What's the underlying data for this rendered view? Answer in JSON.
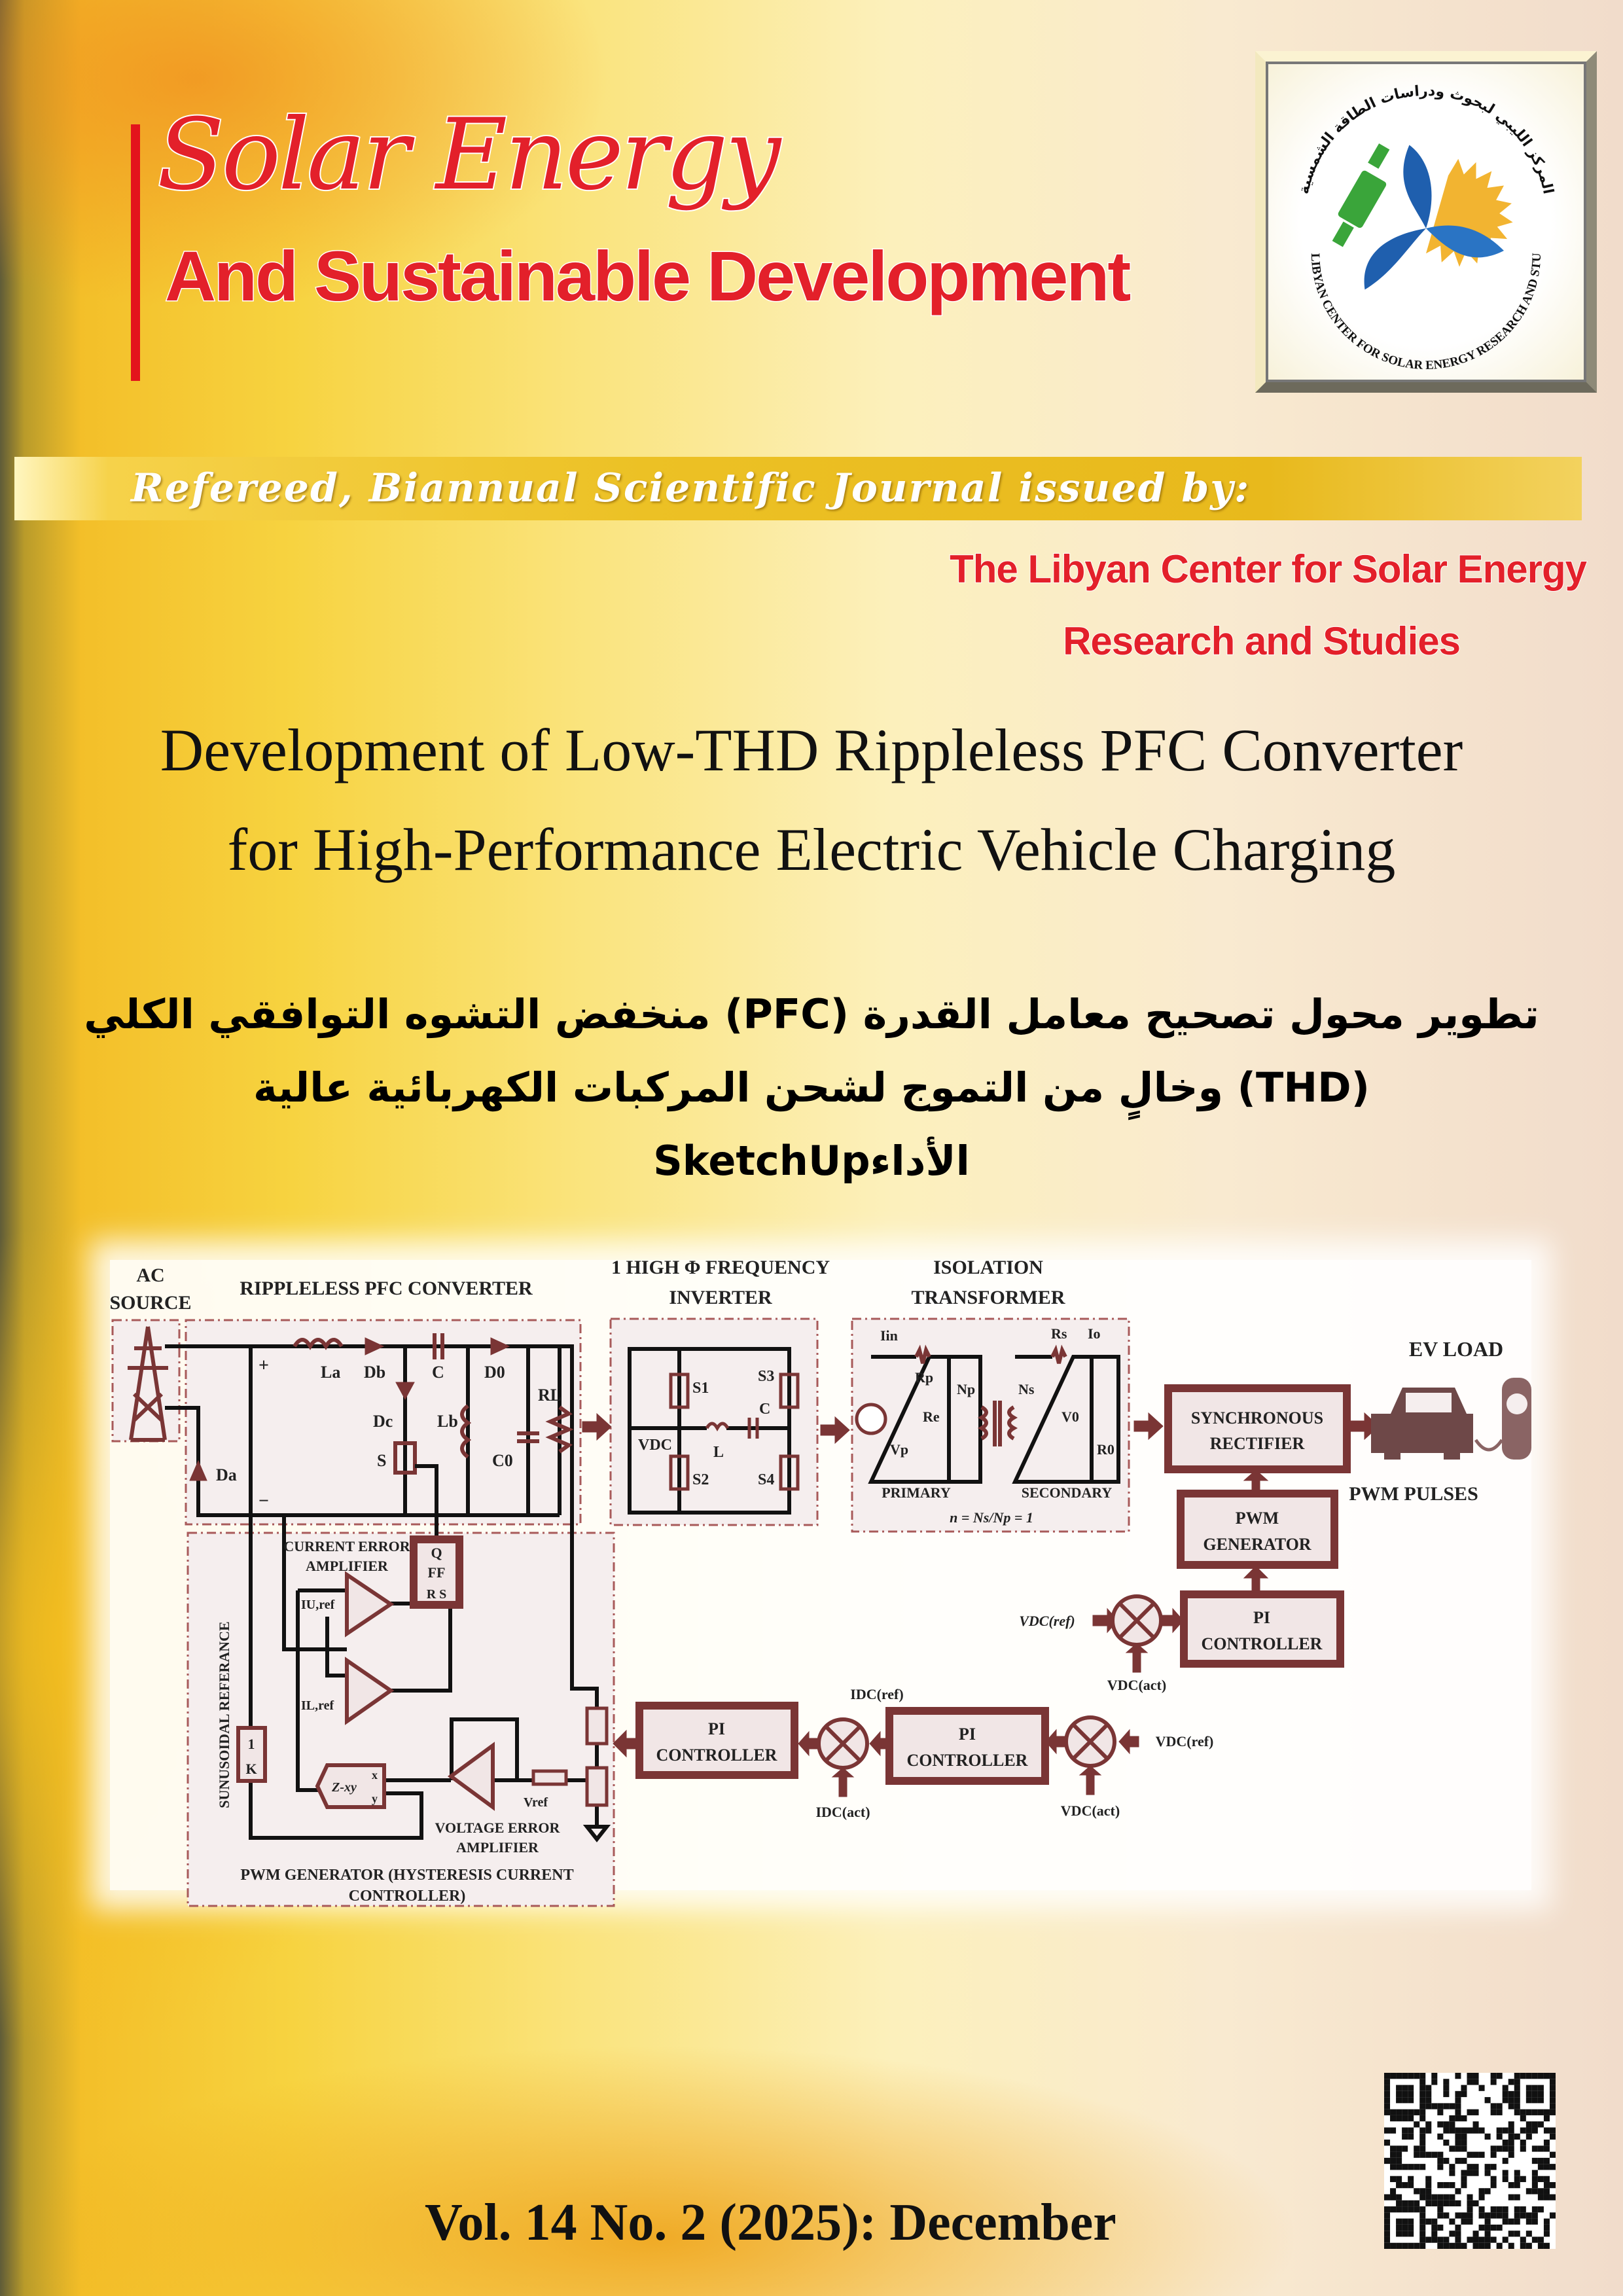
{
  "journal": {
    "name_script": "Solar Energy",
    "name_main": "And Sustainable Development",
    "banner": "Refereed, Biannual Scientific Journal issued by:",
    "publisher_line1": "The Libyan Center for Solar Energy",
    "publisher_line2": "Research and Studies"
  },
  "logo": {
    "arabic_text": "المركز الليبي لبحوث ودراسات الطاقة الشمسية",
    "english_text": "THE LIBYAN CENTER FOR SOLAR ENERGY RESEARCH AND STUDIES",
    "colors": {
      "blue": "#1f5fae",
      "sun": "#f2b431",
      "green": "#3aa53a"
    }
  },
  "article": {
    "title_en_line1": "Development of Low-THD Rippleless PFC Converter",
    "title_en_line2": "for High-Performance Electric Vehicle Charging",
    "title_ar_line1": "تطوير محول تصحيح معامل القدرة (PFC) منخفض التشوه التوافقي الكلي",
    "title_ar_line2": "(THD) وخالٍ من التموج لشحن المركبات الكهربائية عالية",
    "title_ar_line3": "الأداءSketchUp"
  },
  "diagram": {
    "ac_source": [
      "AC",
      "SOURCE"
    ],
    "pfc_title": "RIPPLELESS  PFC CONVERTER",
    "inverter_title": [
      "1 HIGH Φ FREQUENCY",
      "INVERTER"
    ],
    "transformer_title": [
      "ISOLATION",
      "TRANSFORMER"
    ],
    "ev_load": "EV LOAD",
    "pwm_pulses": "PWM PULSES",
    "plus": "+",
    "minus": "−",
    "pfc": {
      "La": "La",
      "Db": "Db",
      "C": "C",
      "D0": "D0",
      "RL": "RL",
      "Dc": "Dc",
      "S": "S",
      "Lb": "Lb",
      "C0": "C0",
      "Da": "Da"
    },
    "control": {
      "current_error": [
        "CURRENT ERROR",
        "AMPLIFIER"
      ],
      "ff": [
        "Q",
        "FF",
        "R   S"
      ],
      "iu_ref": "IU,ref",
      "il_ref": "IL,ref",
      "sinusoidal": "SUNUSOIDAL REFERANCE",
      "one_over_k": [
        "1",
        "K"
      ],
      "zxy": "Z-xy",
      "x": "x",
      "y": "y",
      "vref": "Vref",
      "voltage_error": [
        "VOLTAGE ERROR",
        "AMPLIFIER"
      ],
      "pwm_generator": [
        "PWM GENERATOR (HYSTERESIS CURRENT",
        "CONTROLLER)"
      ]
    },
    "inverter": {
      "vdc": "VDC",
      "s1": "S1",
      "s2": "S2",
      "s3": "S3",
      "s4": "S4",
      "l": "L",
      "c": "C"
    },
    "transformer": {
      "iin": "Iin",
      "rp": "Rp",
      "vp": "Vp",
      "re": "Re",
      "np": "Np",
      "ns": "Ns",
      "rs": "Rs",
      "io": "Io",
      "v0": "V0",
      "r0": "R0",
      "primary": "PRIMARY",
      "secondary": "SECONDARY",
      "ratio": "n = Ns/Np = 1"
    },
    "blocks": {
      "sync_rectifier": [
        "SYNCHRONOUS",
        "RECTIFIER"
      ],
      "pwm_generator": [
        "PWM",
        "GENERATOR"
      ],
      "pi_top": [
        "PI",
        "CONTROLLER"
      ],
      "pi_left": [
        "PI",
        "CONTROLLER"
      ],
      "pi_mid": [
        "PI",
        "CONTROLLER"
      ]
    },
    "signals": {
      "vdc_ref_top": "VDC(ref)",
      "vdc_act_top": "VDC(act)",
      "idc_ref": "IDC(ref)",
      "idc_act": "IDC(act)",
      "vdc_ref_bottom": "VDC(ref)",
      "vdc_act_bottom": "VDC(act)"
    }
  },
  "issue": {
    "volume_line": "Vol. 14 No. 2 (2025):  December"
  },
  "colors": {
    "title_red": "#e3202a",
    "diagram_maroon": "#7a3535",
    "banner_gold": "#ecc125"
  }
}
